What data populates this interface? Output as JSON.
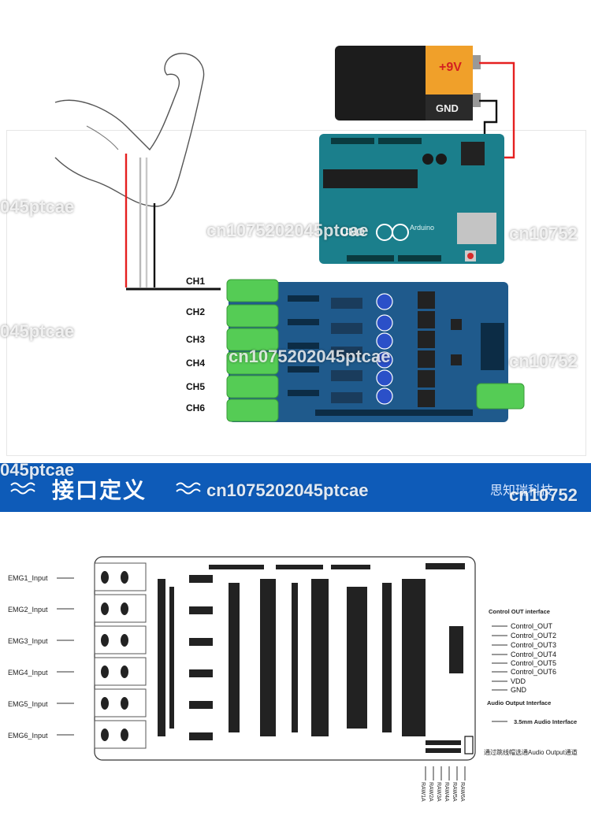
{
  "battery": {
    "plus_label": "+9V",
    "gnd_label": "GND"
  },
  "arduino": {
    "uno_label": "UNO",
    "brand_label": "Arduino"
  },
  "channels": [
    "CH1",
    "CH2",
    "CH3",
    "CH4",
    "CH5",
    "CH6"
  ],
  "watermarks": {
    "wm1": "045ptcae",
    "wm2": "cn1075202045ptcae",
    "wm3": "cn10752",
    "wm4": "045ptcae",
    "wm5": "cn1075202045ptcae",
    "wm6": "cn10752",
    "wm7": "045ptcae",
    "wm8": "cn1075202045ptcae",
    "wm9": "cn10752"
  },
  "banner": {
    "title": "接口定义",
    "subtitle": "思知瑞科技"
  },
  "inputs": [
    "EMG1_Input",
    "EMG2_Input",
    "EMG3_Input",
    "EMG4_Input",
    "EMG5_Input",
    "EMG6_Input"
  ],
  "control_title": "Control OUT interface",
  "controls": [
    "Control_OUT",
    "Control_OUT2",
    "Control_OUT3",
    "Control_OUT4",
    "Control_OUT5",
    "Control_OUT6",
    "VDD",
    "GND"
  ],
  "audio_title": "Audio Output Interface",
  "audio_label": "3.5mm Audio Interface",
  "jumper_note": "通过跳线帽选通Audio Output通道",
  "raw_labels": [
    "RAW1A",
    "RAW2A",
    "RAW3A",
    "RAW4A",
    "RAW5A",
    "RAW6A"
  ],
  "colors": {
    "banner": "#0e5bb8",
    "pcb": "#1f5a8c",
    "arduino": "#1b7f8c",
    "jack": "#55cc55"
  }
}
